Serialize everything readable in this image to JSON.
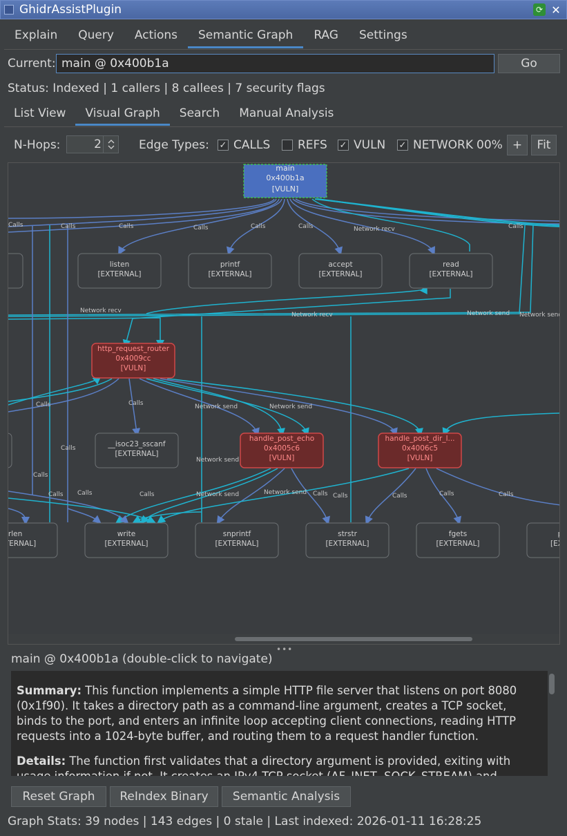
{
  "window": {
    "title": "GhidrAssistPlugin",
    "close_glyph": "✕",
    "refresh_glyph": "⟳"
  },
  "main_tabs": [
    "Explain",
    "Query",
    "Actions",
    "Semantic Graph",
    "RAG",
    "Settings"
  ],
  "current": {
    "label": "Current:",
    "value": "main @ 0x400b1a",
    "go_label": "Go"
  },
  "status": "Status: Indexed | 1 callers | 8 callees | 7 security flags",
  "sub_tabs": [
    "List View",
    "Visual Graph",
    "Search",
    "Manual Analysis"
  ],
  "controls": {
    "nhops_label": "N-Hops:",
    "nhops_value": "2",
    "edge_types_label": "Edge Types:",
    "edge_types": [
      {
        "label": "CALLS",
        "checked": true
      },
      {
        "label": "REFS",
        "checked": false
      },
      {
        "label": "VULN",
        "checked": true
      },
      {
        "label": "NETWORK",
        "checked": true
      }
    ],
    "check_glyph": "✓",
    "zoom_value": "00%",
    "zoom_in_label": "+",
    "fit_label": "Fit"
  },
  "graph": {
    "colors": {
      "calls": "#5b7fc6",
      "network": "#1fb3cf",
      "node_main": "#4a6fbf",
      "node_vuln": "#6b2a2a",
      "node_vuln_border": "#d04848",
      "node_ext_border": "#6e7275"
    },
    "nodes": [
      {
        "id": "main",
        "name": "main",
        "addr": "0x400b1a",
        "tag": "[VULN]",
        "kind": "main"
      },
      {
        "id": "ext_left1",
        "name": "",
        "addr": "",
        "tag": "",
        "kind": "external"
      },
      {
        "id": "listen",
        "name": "listen",
        "addr": "",
        "tag": "[EXTERNAL]",
        "kind": "external"
      },
      {
        "id": "printf",
        "name": "printf",
        "addr": "",
        "tag": "[EXTERNAL]",
        "kind": "external"
      },
      {
        "id": "accept",
        "name": "accept",
        "addr": "",
        "tag": "[EXTERNAL]",
        "kind": "external"
      },
      {
        "id": "read",
        "name": "read",
        "addr": "",
        "tag": "[EXTERNAL]",
        "kind": "external"
      },
      {
        "id": "router",
        "name": "http_request_router",
        "addr": "0x4009cc",
        "tag": "[VULN]",
        "kind": "vuln"
      },
      {
        "id": "ext_left2",
        "name": "",
        "addr": "",
        "tag": "",
        "kind": "external"
      },
      {
        "id": "sscanf",
        "name": "__isoc23_sscanf",
        "addr": "",
        "tag": "[EXTERNAL]",
        "kind": "external"
      },
      {
        "id": "echo",
        "name": "handle_post_echo",
        "addr": "0x4005c6",
        "tag": "[VULN]",
        "kind": "vuln"
      },
      {
        "id": "dir",
        "name": "handle_post_dir_l...",
        "addr": "0x4006c5",
        "tag": "[VULN]",
        "kind": "vuln"
      },
      {
        "id": "strlen",
        "name": "trlen",
        "addr": "",
        "tag": "XTERNAL]",
        "kind": "external"
      },
      {
        "id": "write",
        "name": "write",
        "addr": "",
        "tag": "[EXTERNAL]",
        "kind": "external"
      },
      {
        "id": "snprintf",
        "name": "snprintf",
        "addr": "",
        "tag": "[EXTERNAL]",
        "kind": "external"
      },
      {
        "id": "strstr",
        "name": "strstr",
        "addr": "",
        "tag": "[EXTERNAL]",
        "kind": "external"
      },
      {
        "id": "fgets",
        "name": "fgets",
        "addr": "",
        "tag": "[EXTERNAL]",
        "kind": "external"
      },
      {
        "id": "ext_right",
        "name": "p",
        "addr": "",
        "tag": "[EX",
        "kind": "external"
      }
    ],
    "edge_labels": {
      "calls": "Calls",
      "network_recv": "Network recv",
      "network_send": "Network send"
    }
  },
  "selection": {
    "label": "main @ 0x400b1a  (double-click to navigate)"
  },
  "description": {
    "summary_label": "Summary:",
    "summary": "This function implements a simple HTTP file server that listens on port 8080 (0x1f90). It takes a directory path as a command-line argument, creates a TCP socket, binds to the port, and enters an infinite loop accepting client connections, reading HTTP requests into a 1024-byte buffer, and routing them to a request handler function.",
    "details_label": "Details:",
    "details": "The function first validates that a directory argument is provided, exiting with usage information if not. It creates an IPv4 TCP socket (AF_INET, SOCK_STREAM) and configures a"
  },
  "buttons": {
    "reset": "Reset Graph",
    "reindex": "ReIndex Binary",
    "semantic": "Semantic Analysis"
  },
  "stats": "Graph Stats: 39 nodes | 143 edges | 0 stale | Last indexed: 2026-01-11 16:28:25"
}
